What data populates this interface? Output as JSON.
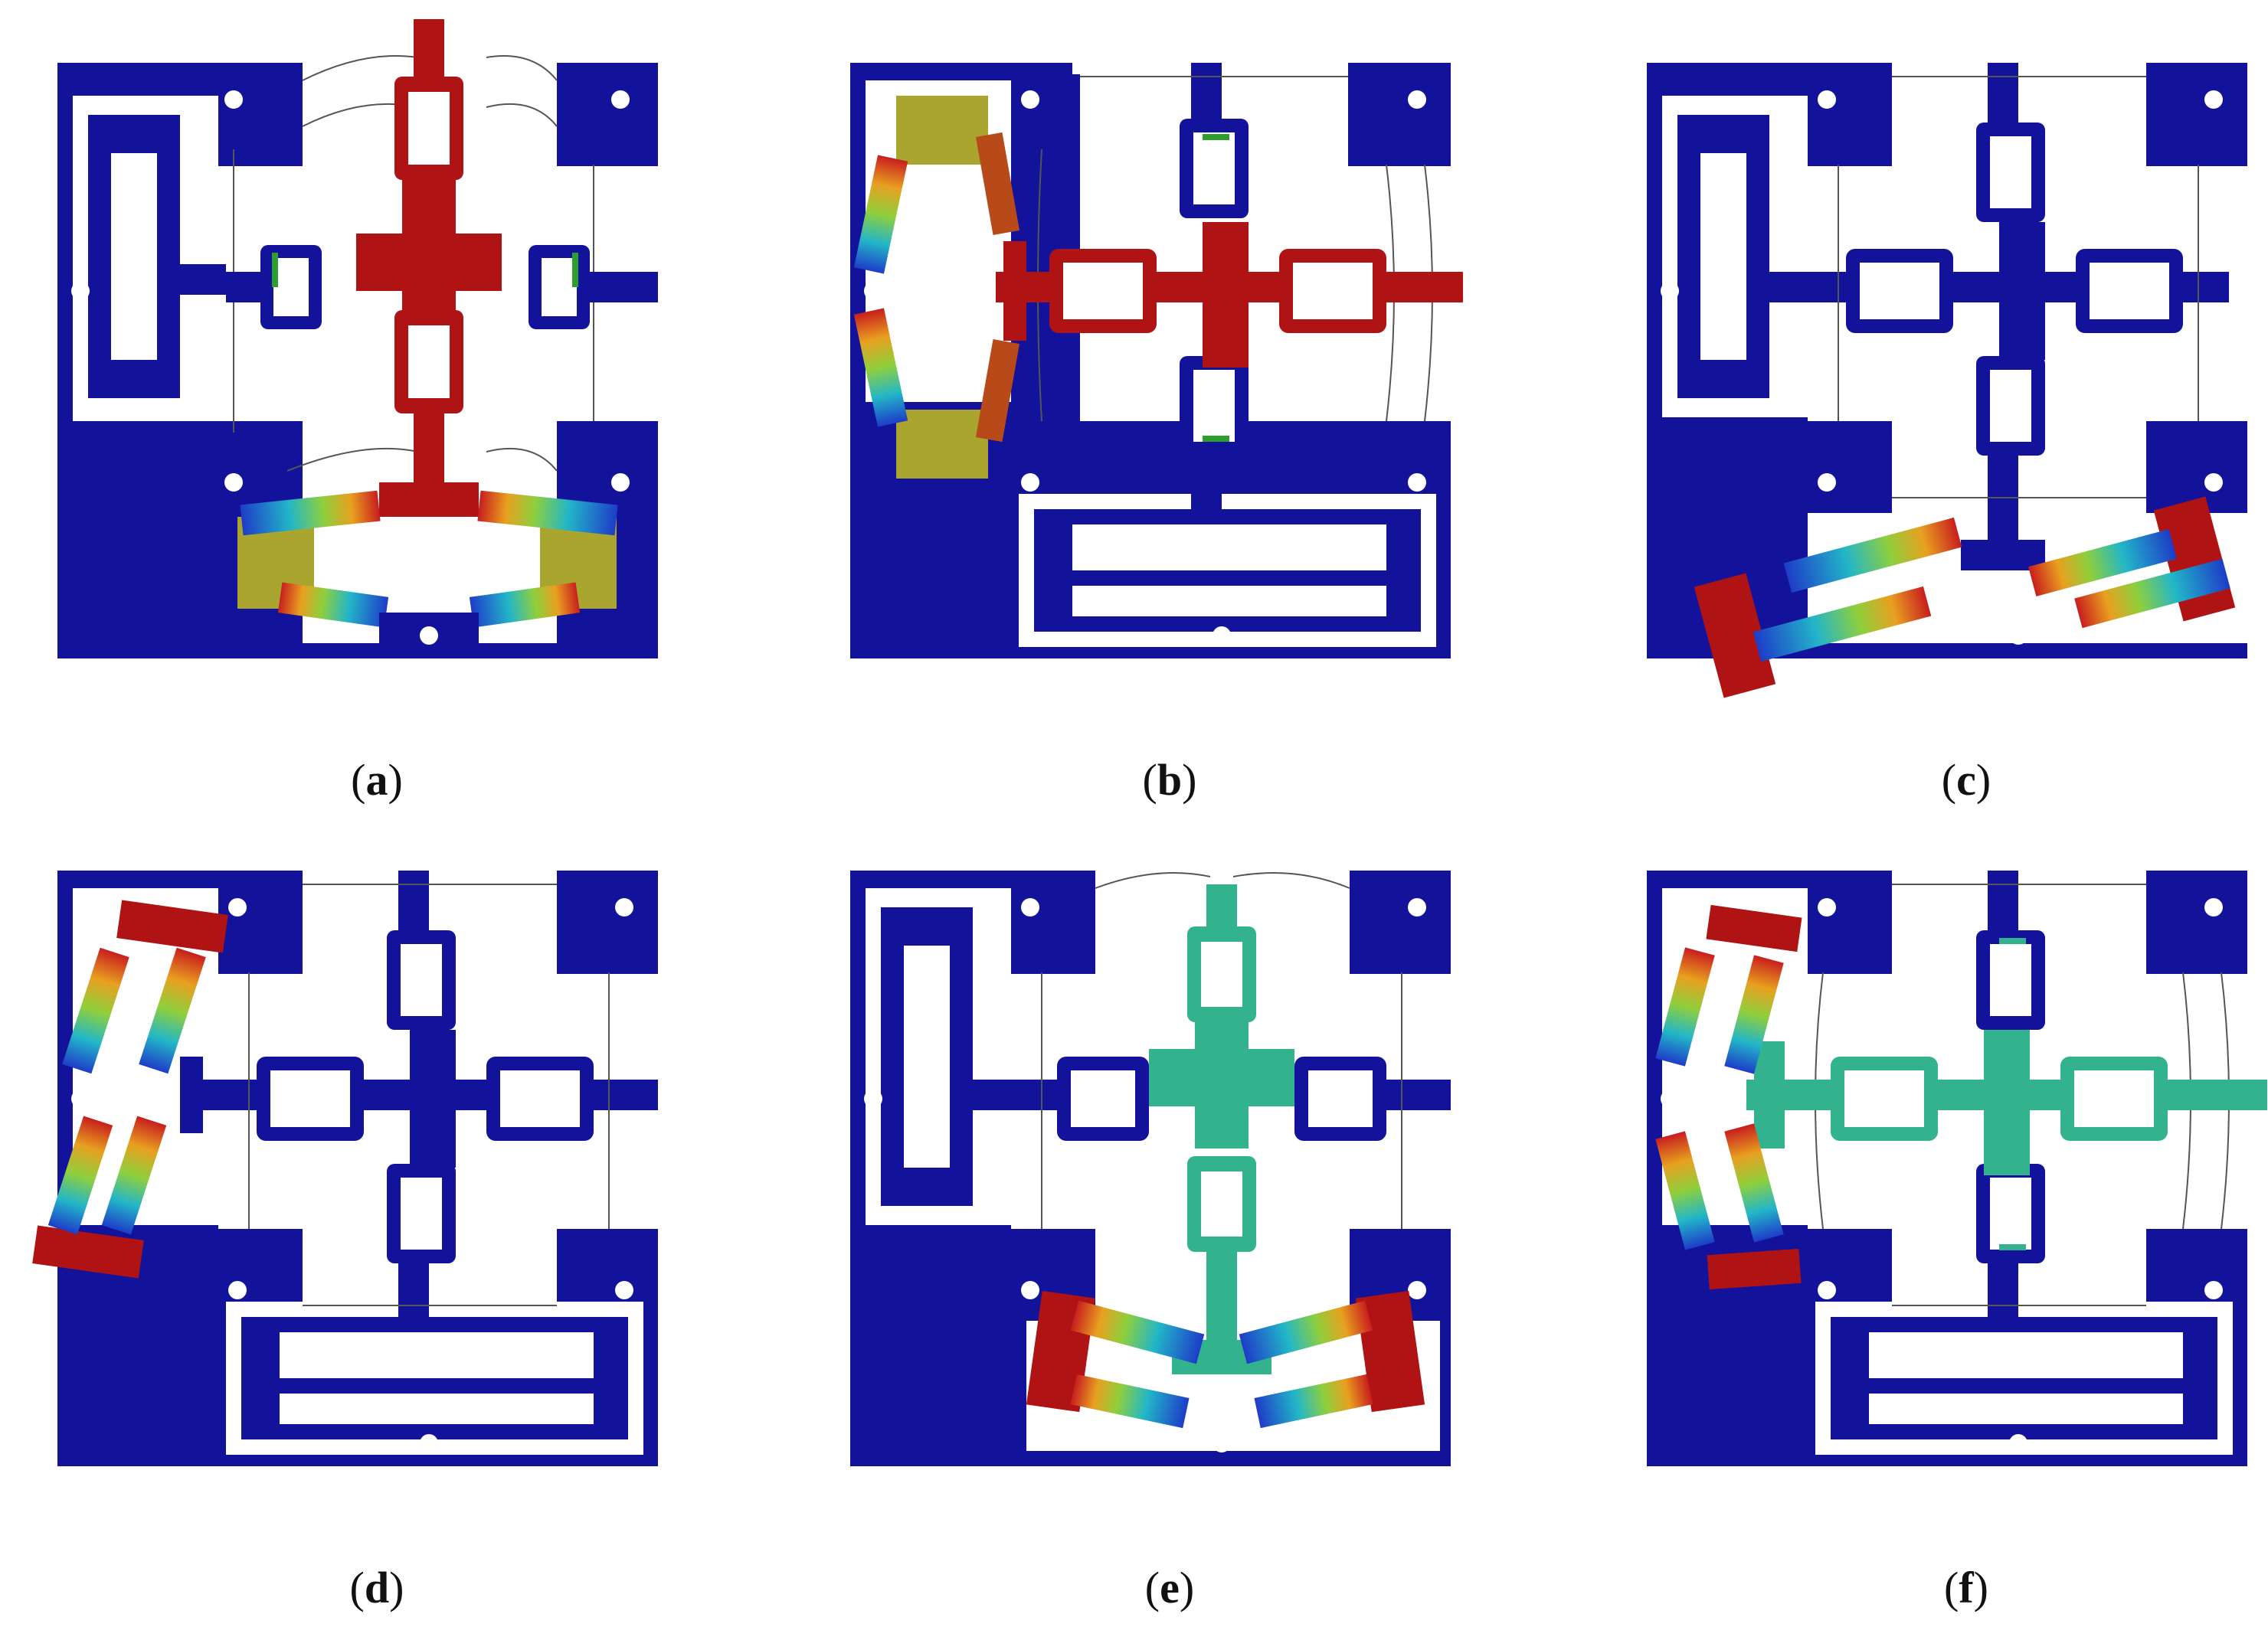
{
  "panels": [
    {
      "label": "a",
      "active": "top"
    },
    {
      "label": "b",
      "active": "left"
    },
    {
      "label": "c",
      "active": "bottom-right"
    },
    {
      "label": "d",
      "active": "left-top"
    },
    {
      "label": "e",
      "active": "bottom"
    },
    {
      "label": "f",
      "active": "left"
    }
  ],
  "colors": {
    "frame": "#12129b",
    "highlight_red": "#b01313",
    "highlight_teal": "#33b28e",
    "olive": "#a9a52f",
    "flex_line": "#555555",
    "hole": "#ffffff",
    "green_marker": "#2e9e2e"
  }
}
